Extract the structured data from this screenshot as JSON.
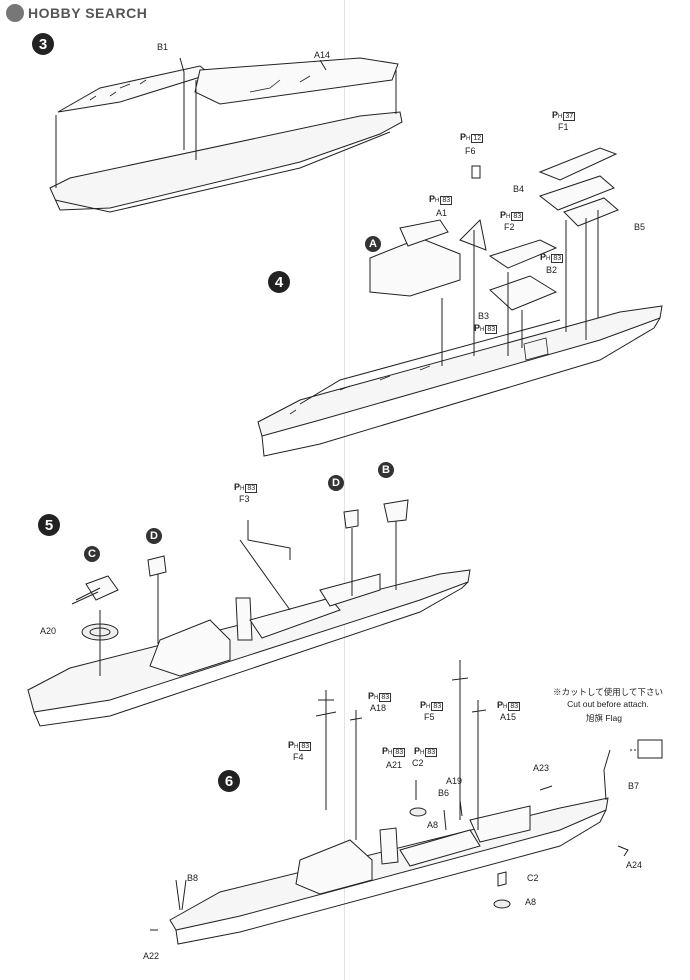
{
  "watermark": "HOBBY SEARCH",
  "steps": {
    "s3": "3",
    "s4": "4",
    "s5": "5",
    "s6": "6"
  },
  "subassemblies": {
    "A": "A",
    "B": "B",
    "C": "C",
    "D1": "D",
    "D2": "D"
  },
  "labels": {
    "B1": "B1",
    "A14": "A14",
    "F6": "F6",
    "A1": "A1",
    "F2": "F2",
    "B2": "B2",
    "B3": "B3",
    "B4": "B4",
    "B5": "B5",
    "F1": "F1",
    "F3": "F3",
    "A20": "A20",
    "A18": "A18",
    "F4": "F4",
    "A21": "A21",
    "C2a": "C2",
    "A8a": "A8",
    "F5": "F5",
    "A15": "A15",
    "A19": "A19",
    "B6": "B6",
    "A23": "A23",
    "B7": "B7",
    "A24": "A24",
    "C2b": "C2",
    "A8b": "A8",
    "B8": "B8",
    "A22": "A22"
  },
  "photo_etch": {
    "prefix": "P",
    "suffix": "H"
  },
  "photo_etch_numbers": {
    "pe12": "12",
    "pe37": "37",
    "pe83_a1": "83",
    "pe83_f2": "83",
    "pe83_b2": "83",
    "pe83_b3": "83",
    "pe83_f3": "83",
    "pe83_a18": "83",
    "pe83_f4": "83",
    "pe83_a21": "83",
    "pe83_c2": "83",
    "pe83_f5": "83",
    "pe83_a15": "83"
  },
  "flag_note": {
    "jp": "※カットして使用して下さい",
    "en": "Cut out before attach.",
    "flag_jp": "旭旗",
    "flag_en": "Flag"
  }
}
